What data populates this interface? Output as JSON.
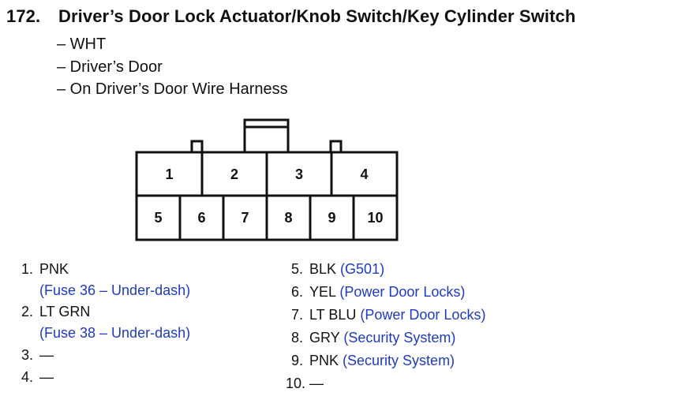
{
  "title": {
    "number": "172.",
    "text": "Driver’s Door Lock Actuator/Knob Switch/Key Cylinder Switch"
  },
  "notes": [
    "– WHT",
    "– Driver’s Door",
    "– On Driver’s Door Wire Harness"
  ],
  "connector": {
    "top_row": [
      "1",
      "2",
      "3",
      "4"
    ],
    "bottom_row": [
      "5",
      "6",
      "7",
      "8",
      "9",
      "10"
    ]
  },
  "pins": [
    {
      "num": "1.",
      "wire": "PNK",
      "sub": "(Fuse 36 – Under-dash)"
    },
    {
      "num": "2.",
      "wire": "LT GRN",
      "sub": "(Fuse 38 – Under-dash)"
    },
    {
      "num": "3.",
      "wire": "—",
      "sub": ""
    },
    {
      "num": "4.",
      "wire": "—",
      "sub": ""
    },
    {
      "num": "5.",
      "wire": "BLK",
      "info": "(G501)"
    },
    {
      "num": "6.",
      "wire": "YEL",
      "info": "(Power Door Locks)"
    },
    {
      "num": "7.",
      "wire": "LT BLU",
      "info": "(Power Door Locks)"
    },
    {
      "num": "8.",
      "wire": "GRY",
      "info": "(Security System)"
    },
    {
      "num": "9.",
      "wire": "PNK",
      "info": "(Security System)"
    },
    {
      "num": "10.",
      "wire": "—",
      "info": ""
    }
  ]
}
